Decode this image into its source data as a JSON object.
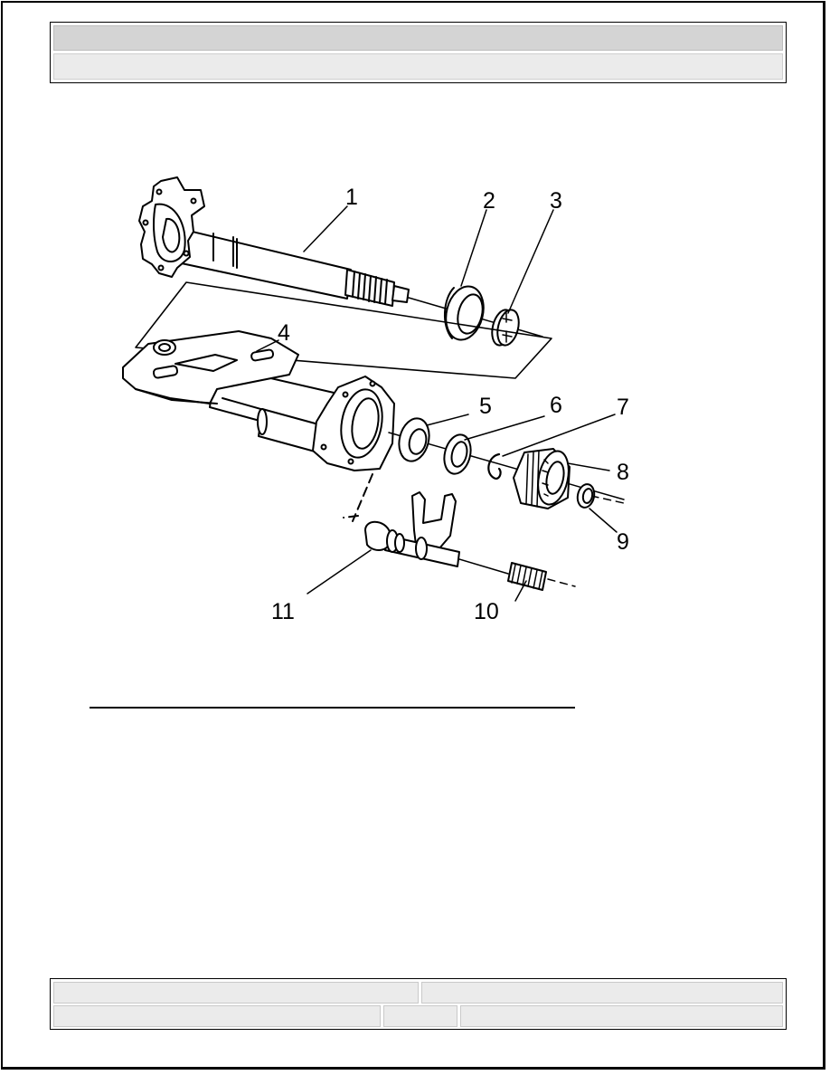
{
  "header": {
    "title": "",
    "subtitle": ""
  },
  "figure": {
    "callouts": [
      "1",
      "2",
      "3",
      "4",
      "5",
      "6",
      "7",
      "8",
      "9",
      "10",
      "11"
    ]
  },
  "footer": {
    "left_top": "",
    "right_top": "",
    "left_bottom": "",
    "middle_bottom": "",
    "right_bottom": ""
  }
}
